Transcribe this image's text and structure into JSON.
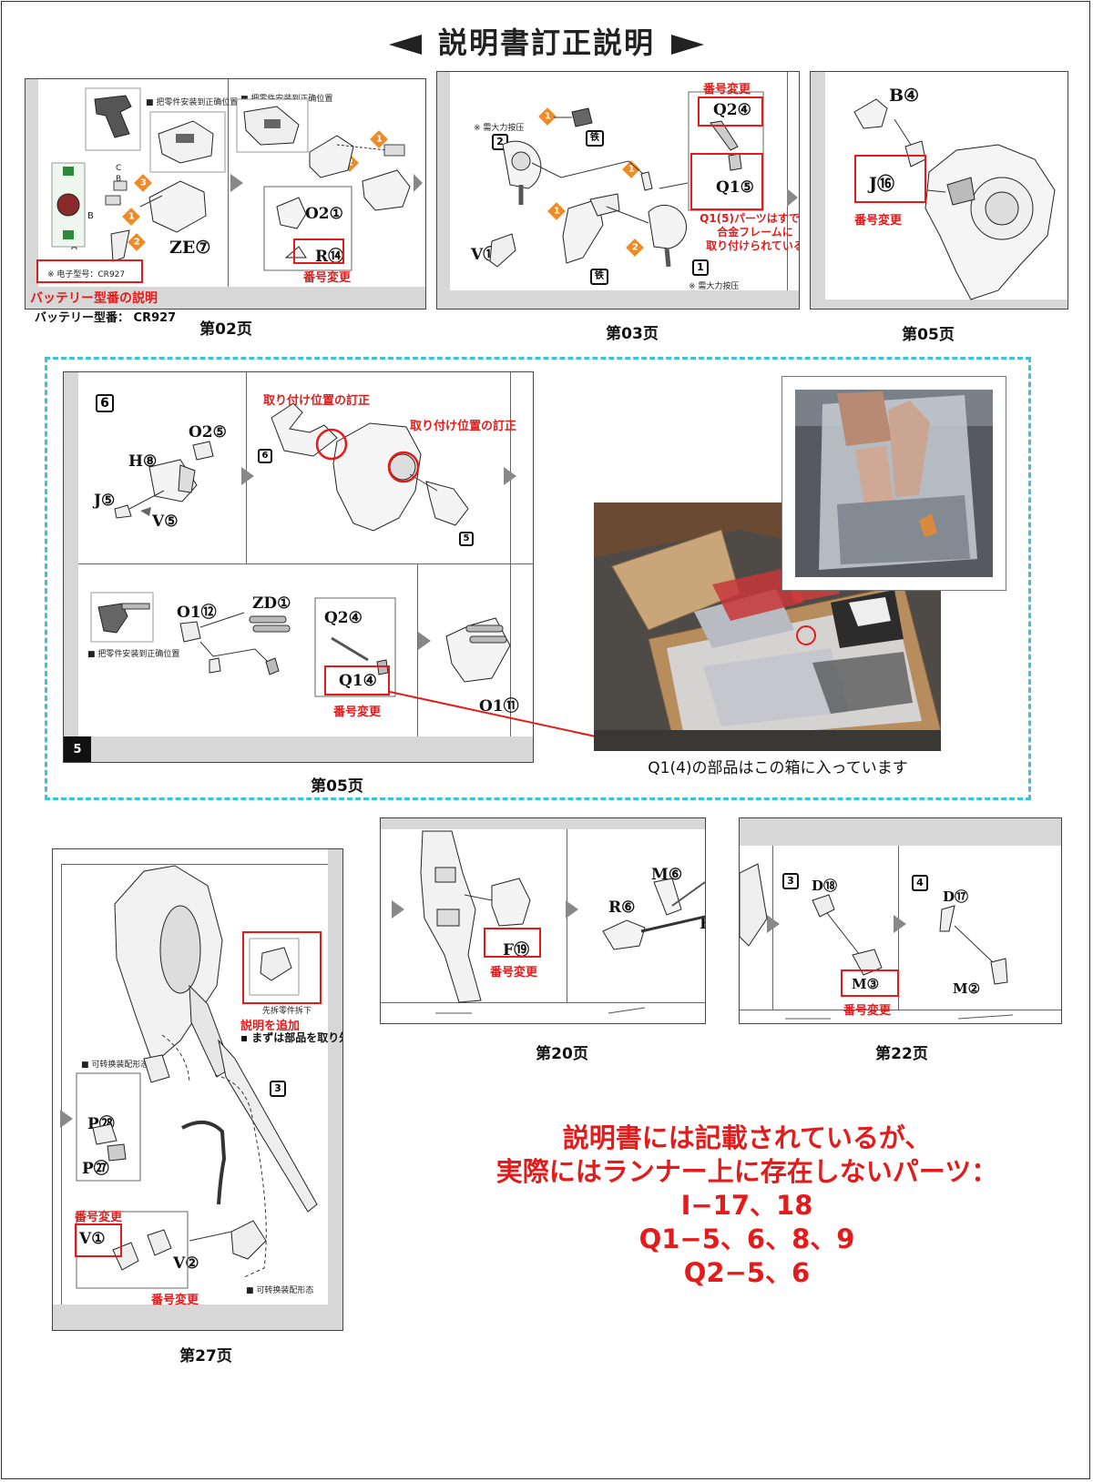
{
  "title": "説明書訂正説明",
  "captions": {
    "p02": "第02页",
    "p03": "第03页",
    "p05a": "第05页",
    "p05b": "第05页",
    "p20": "第20页",
    "p22": "第22页",
    "p27": "第27页",
    "box_photo": "Q1(4)の部品はこの箱に入っています"
  },
  "p02": {
    "note1": "■ 把零件安装到正确位置",
    "note2": "■ 把零件安装到正确位置",
    "part_ze": "ZE⑦",
    "part_o2": "O2①",
    "part_r": "R⑭",
    "chip_label": "※ 电子型号：CR927",
    "label_change": "番号変更",
    "battery_title": "バッテリー型番の説明",
    "battery_model": "バッテリー型番：  CR927",
    "cba": [
      "C",
      "B",
      "A"
    ],
    "steps": [
      "1",
      "2",
      "3"
    ],
    "letters": [
      "C",
      "B",
      "A"
    ]
  },
  "p03": {
    "label_change": "番号変更",
    "part_q2": "Q2④",
    "part_q1": "Q1⑤",
    "part_v": "V⑪",
    "iron": "铁",
    "press_note": "※ 需大力按压",
    "step2": "2",
    "step1": "1",
    "q1_note": [
      "Q1(5)パーツはすでに",
      "合金フレームに",
      "取り付けられている"
    ],
    "osteps": [
      "1",
      "1",
      "1",
      "2"
    ]
  },
  "p05top": {
    "part_b": "B④",
    "part_j": "J⑯",
    "label_change": "番号変更"
  },
  "p05big": {
    "step6": "6",
    "part_o2": "O2⑤",
    "part_h": "H⑧",
    "part_j": "J⑤",
    "part_v": "V⑤",
    "fix1": "取り付け位置の訂正",
    "fix2": "取り付け位置の訂正",
    "inner6": "6",
    "inner5": "5",
    "part_o1a": "O1⑫",
    "part_zd": "ZD①",
    "part_q2": "Q2④",
    "part_q1": "Q1④",
    "part_o1b": "O1⑪",
    "label_change": "番号変更",
    "note": "■ 把零件安装到正确位置",
    "pagenum": "5"
  },
  "p27": {
    "label_add": "説明を追加",
    "add_desc": "▪ まずは部品を取り外す",
    "first_remove": "先拆零件拆下",
    "convert1": "■ 可转换装配形态",
    "convert2": "■ 可转换装配形态",
    "part_p28": "P㉘",
    "part_p27": "P㉗",
    "part_v1": "V①",
    "part_v2": "V②",
    "label_change1": "番号変更",
    "label_change2": "番号変更",
    "step3": "3"
  },
  "p20": {
    "part_f": "F⑲",
    "part_m": "M⑥",
    "part_r": "R⑥",
    "part_e": "E",
    "label_change": "番号変更"
  },
  "p22": {
    "step3": "3",
    "step4": "4",
    "part_d18": "D⑱",
    "part_d17": "D⑰",
    "part_m3": "M③",
    "part_m2": "M②",
    "label_change": "番号変更"
  },
  "note": {
    "lines": [
      "説明書には記載されているが、",
      "実際にはランナー上に存在しないパーツ：",
      "I−17、18",
      "Q1−5、6、8、9",
      "Q2−5、6"
    ]
  },
  "colors": {
    "red": "#e31b1b",
    "orange": "#f08a24",
    "cyan": "#3cc3dc",
    "gray": "#888888"
  }
}
